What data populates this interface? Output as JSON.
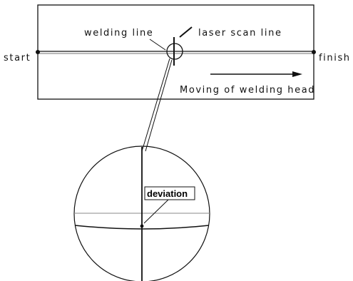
{
  "labels": {
    "welding_line": "welding line",
    "laser_scan_line": "laser scan line",
    "start": "start",
    "finish": "finish",
    "moving": "Moving of welding head",
    "deviation": "deviation"
  },
  "colors": {
    "stroke": "#111111",
    "grid": "#888888",
    "background": "#ffffff"
  }
}
